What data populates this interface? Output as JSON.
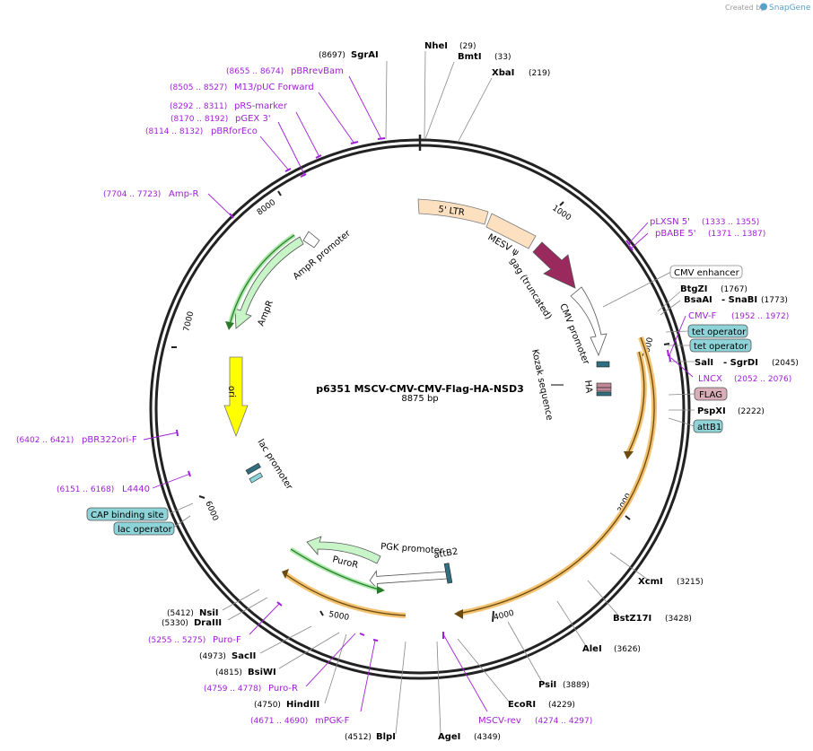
{
  "brand": {
    "created_by": "Created by",
    "product": "SnapGene"
  },
  "plasmid": {
    "name": "p6351 MSCV-CMV-CMV-Flag-HA-NSD3",
    "size": "8875 bp"
  },
  "ticks": [
    "1000",
    "2000",
    "3000",
    "4000",
    "5000",
    "6000",
    "7000",
    "8000"
  ],
  "sites": [
    {
      "name": "SgrAI",
      "pos": "(8697)"
    },
    {
      "name": "NheI",
      "pos": "(29)"
    },
    {
      "name": "BmtI",
      "pos": "(33)"
    },
    {
      "name": "XbaI",
      "pos": "(219)"
    },
    {
      "name": "BtgZI",
      "pos": "(1767)"
    },
    {
      "name": "BsaAI",
      "pos": ""
    },
    {
      "name": "- SnaBI",
      "pos": "(1773)"
    },
    {
      "name": "SalI",
      "pos": ""
    },
    {
      "name": "- SgrDI",
      "pos": "(2045)"
    },
    {
      "name": "PspXI",
      "pos": "(2222)"
    },
    {
      "name": "XcmI",
      "pos": "(3215)"
    },
    {
      "name": "BstZ17I",
      "pos": "(3428)"
    },
    {
      "name": "AleI",
      "pos": "(3626)"
    },
    {
      "name": "PsiI",
      "pos": "(3889)"
    },
    {
      "name": "EcoRI",
      "pos": "(4229)"
    },
    {
      "name": "AgeI",
      "pos": "(4349)"
    },
    {
      "name": "BlpI",
      "pos": "(4512)"
    },
    {
      "name": "HindIII",
      "pos": "(4750)"
    },
    {
      "name": "BsiWI",
      "pos": "(4815)"
    },
    {
      "name": "SacII",
      "pos": "(4973)"
    },
    {
      "name": "DraIII",
      "pos": "(5330)"
    },
    {
      "name": "NsiI",
      "pos": "(5412)"
    }
  ],
  "primers": [
    {
      "name": "pBRrevBam",
      "range": "(8655 .. 8674)"
    },
    {
      "name": "M13/pUC Forward",
      "range": "(8505 .. 8527)"
    },
    {
      "name": "pRS-marker",
      "range": "(8292 .. 8311)"
    },
    {
      "name": "pGEX 3'",
      "range": "(8170 .. 8192)"
    },
    {
      "name": "pBRforEco",
      "range": "(8114 .. 8132)"
    },
    {
      "name": "Amp-R",
      "range": "(7704 .. 7723)"
    },
    {
      "name": "pLXSN 5'",
      "range": "(1333 .. 1355)"
    },
    {
      "name": "pBABE 5'",
      "range": "(1371 .. 1387)"
    },
    {
      "name": "CMV-F",
      "range": "(1952 .. 1972)"
    },
    {
      "name": "LNCX",
      "range": "(2052 .. 2076)"
    },
    {
      "name": "pBR322ori-F",
      "range": "(6402 .. 6421)"
    },
    {
      "name": "L4440",
      "range": "(6151 .. 6168)"
    },
    {
      "name": "Puro-F",
      "range": "(5255 .. 5275)"
    },
    {
      "name": "Puro-R",
      "range": "(4759 .. 4778)"
    },
    {
      "name": "mPGK-F",
      "range": "(4671 .. 4690)"
    },
    {
      "name": "MSCV-rev",
      "range": "(4274 .. 4297)"
    }
  ],
  "boxed_features": [
    {
      "name": "CMV enhancer",
      "fill": "#ffffff"
    },
    {
      "name": "tet operator",
      "fill": "#8ed3d8"
    },
    {
      "name": "tet operator",
      "fill": "#8ed3d8"
    },
    {
      "name": "FLAG",
      "fill": "#d9aeb8"
    },
    {
      "name": "attB1",
      "fill": "#8ed3d8"
    },
    {
      "name": "CAP binding site",
      "fill": "#8ed3d8"
    },
    {
      "name": "lac operator",
      "fill": "#8ed3d8"
    }
  ],
  "features": {
    "ltr": "5' LTR",
    "mesv": "MESV ψ",
    "gag": "gag (truncated)",
    "cmv_promoter": "CMV promoter",
    "kozak": "Kozak sequence",
    "ha": "HA",
    "pgk_promoter": "PGK promoter",
    "attb2": "attB2",
    "puror": "PuroR",
    "lac_promoter": "lac promoter",
    "ori": "ori",
    "ampr": "AmpR",
    "ampr_promoter": "AmpR promoter"
  },
  "colors": {
    "backbone": "#222222",
    "primer": "#a020d8",
    "orf_outline": "#e8a020",
    "ltr": "#fde0c0",
    "gag": "#9a2a5e",
    "ampr": "#c8f5c8",
    "ori": "#ffff00",
    "tag": "#8ed3d8"
  }
}
